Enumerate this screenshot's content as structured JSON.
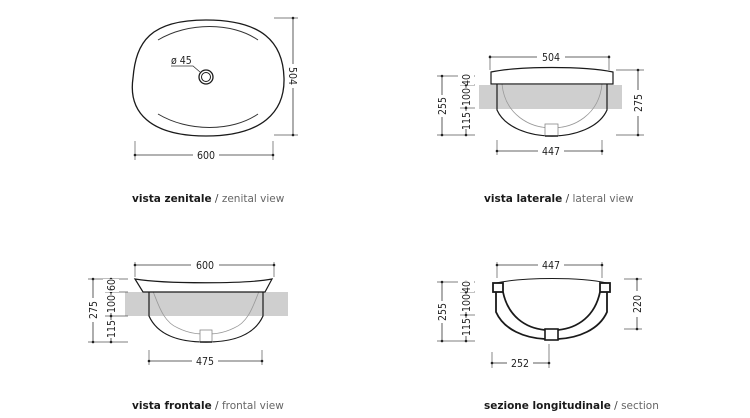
{
  "views": {
    "zenital": {
      "caption_it": "vista zenitale",
      "caption_sep": " / ",
      "caption_en": "zenital view",
      "dims": {
        "width": "600",
        "depth": "504",
        "drain": "ø 45"
      }
    },
    "lateral": {
      "caption_it": "vista laterale",
      "caption_sep": " / ",
      "caption_en": "lateral view",
      "dims": {
        "top_width": "504",
        "bottom_width": "447",
        "total_height": "275",
        "left_total": "255",
        "rim": "40",
        "counter": "100",
        "below": "115"
      }
    },
    "frontal": {
      "caption_it": "vista frontale",
      "caption_sep": " / ",
      "caption_en": "frontal view",
      "dims": {
        "top_width": "600",
        "bottom_width": "475",
        "total_height": "275",
        "rim": "60",
        "counter": "100",
        "below": "115"
      }
    },
    "section": {
      "caption_it": "sezione longitudinale",
      "caption_sep": " / ",
      "caption_en": "section",
      "dims": {
        "top_width": "447",
        "drain_offset": "252",
        "right_height": "220",
        "left_total": "255",
        "rim": "40",
        "counter": "100",
        "below": "115"
      }
    }
  },
  "colors": {
    "line": "#1a1a1a",
    "dim_line": "#333333",
    "counter": "#cfcfcf",
    "inner": "#9a9a9a"
  }
}
